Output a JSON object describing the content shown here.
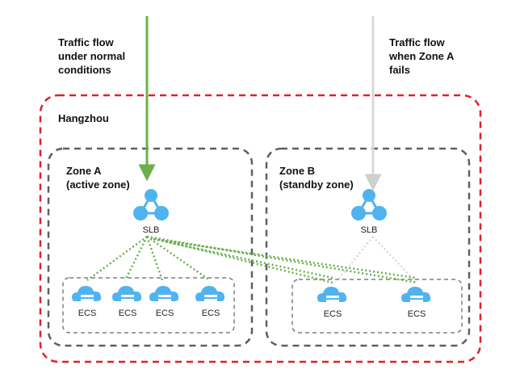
{
  "flows": {
    "normal": {
      "line1": "Traffic flow",
      "line2": "under normal",
      "line3": "conditions"
    },
    "failover": {
      "line1": "Traffic flow",
      "line2": "when Zone A",
      "line3": "fails"
    }
  },
  "region": {
    "name": "Hangzhou"
  },
  "zone_a": {
    "title": "Zone A",
    "subtitle": "(active zone)",
    "slb_label": "SLB",
    "ecs_labels": [
      "ECS",
      "ECS",
      "ECS",
      "ECS"
    ]
  },
  "zone_b": {
    "title": "Zone B",
    "subtitle": "(standby zone)",
    "slb_label": "SLB",
    "ecs_labels": [
      "ECS",
      "ECS"
    ]
  },
  "colors": {
    "region_border": "#e0202a",
    "zone_border": "#5a6069",
    "group_border": "#7a7f86",
    "active_arrow": "#6ab04c",
    "active_links": "#6ab04c",
    "standby_arrow": "#d9d9d9",
    "standby_links": "#d0d0d0",
    "icon_fill": "#4fb3f0"
  },
  "icons": {
    "slb": "slb-icon",
    "ecs": "cloud-server-icon"
  }
}
